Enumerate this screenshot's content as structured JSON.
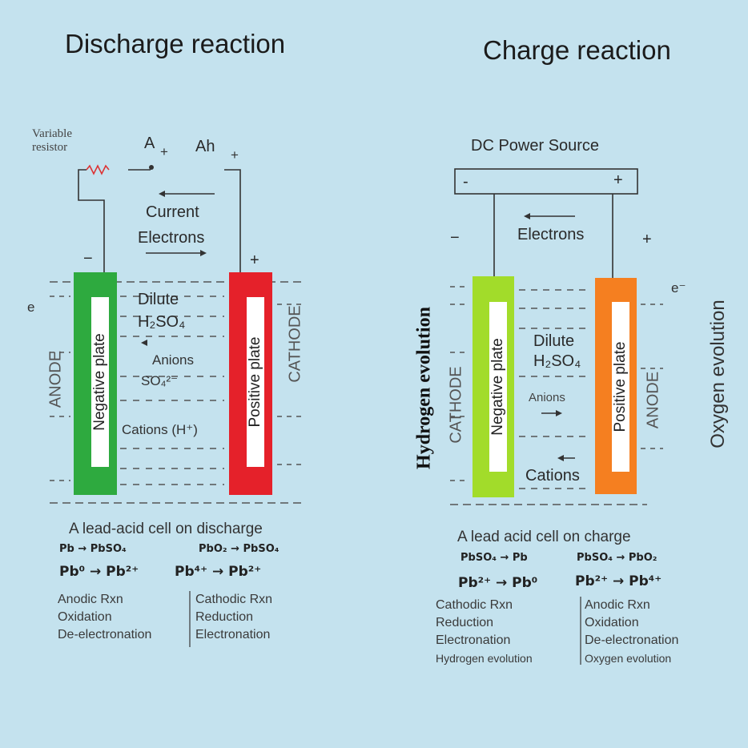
{
  "discharge": {
    "title": "Discharge reaction",
    "resistor_label": "Variable resistor",
    "ammeter_label": "A",
    "ah_label": "Ah",
    "plus1": "+",
    "plus2": "+",
    "current_label": "Current",
    "electrons_label": "Electrons",
    "minus_label": "−",
    "plus_label": "+",
    "e_label": "e",
    "anode_label": "ANODE",
    "cathode_label": "CATHODE",
    "negative_plate": "Negative plate",
    "positive_plate": "Positive plate",
    "dilute": "Dilute",
    "h2so4": "H₂SO₄",
    "anions": "Anions",
    "so4": "SO₄²⁻",
    "cations": "Cations (H⁺)",
    "caption": "A lead-acid cell on discharge",
    "eq_left_top": "Pb → PbSO₄",
    "eq_right_top": "PbO₂ → PbSO₄",
    "eq_left_bottom": "Pb⁰ → Pb²⁺",
    "eq_right_bottom": "Pb⁴⁺ → Pb²⁺",
    "left_rxn": [
      "Anodic Rxn",
      "Oxidation",
      "De-electronation"
    ],
    "right_rxn": [
      "Cathodic Rxn",
      "Reduction",
      "Electronation"
    ],
    "negative_color": "#2eaa3f",
    "positive_color": "#e5212a"
  },
  "charge": {
    "title": "Charge reaction",
    "power_label": "DC Power Source",
    "power_minus": "-",
    "power_plus": "+",
    "electrons_label": "Electrons",
    "minus_label": "−",
    "plus_label": "+",
    "e_label": "e⁻",
    "hydrogen": "Hydrogen evolution",
    "oxygen": "Oxygen evolution",
    "cathode_label": "CATHODE",
    "anode_label": "ANODE",
    "negative_plate": "Negative plate",
    "positive_plate": "Positive plate",
    "dilute": "Dilute",
    "h2so4": "H₂SO₄",
    "anions": "Anions",
    "cations": "Cations",
    "caption": "A lead acid cell on charge",
    "eq_left_top": "PbSO₄ → Pb",
    "eq_right_top": "PbSO₄ → PbO₂",
    "eq_left_bottom": "Pb²⁺ → Pb⁰",
    "eq_right_bottom": "Pb²⁺ → Pb⁴⁺",
    "left_rxn": [
      "Cathodic Rxn",
      "Reduction",
      "Electronation",
      "Hydrogen evolution"
    ],
    "right_rxn": [
      "Anodic Rxn",
      "Oxidation",
      "De-electronation",
      "Oxygen evolution"
    ],
    "negative_color": "#a2dc2a",
    "positive_color": "#f57f20"
  }
}
